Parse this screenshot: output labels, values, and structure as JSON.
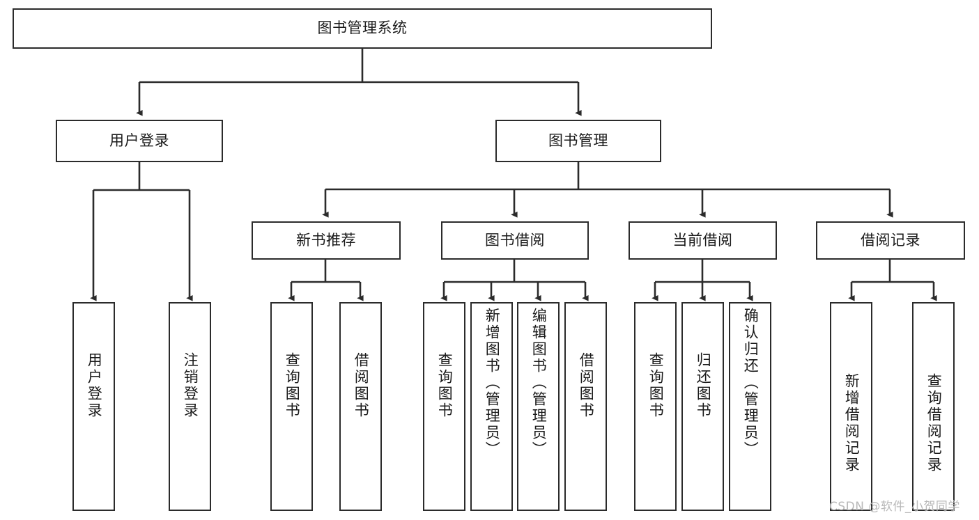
{
  "diagram": {
    "type": "tree-hierarchy-chart",
    "title_text": "图书管理系统",
    "stroke_color": "#2b2b2b",
    "background_color": "#ffffff",
    "levels": {
      "root": {
        "id": "root",
        "label": "图书管理系统"
      },
      "level2": [
        {
          "id": "user-login",
          "label": "用户登录"
        },
        {
          "id": "book-management",
          "label": "图书管理"
        }
      ],
      "level3": [
        {
          "id": "new-book-recommend",
          "label": "新书推荐"
        },
        {
          "id": "book-borrow",
          "label": "图书借阅"
        },
        {
          "id": "current-borrow",
          "label": "当前借阅"
        },
        {
          "id": "borrow-record",
          "label": "借阅记录"
        }
      ],
      "leaves": {
        "user_login": [
          {
            "id": "leaf-user-login",
            "label": "用户登录"
          },
          {
            "id": "leaf-logout-login",
            "label": "注销登录"
          }
        ],
        "new_book_recommend": [
          {
            "id": "leaf-query-book-1",
            "label": "查询图书"
          },
          {
            "id": "leaf-borrow-book-1",
            "label": "借阅图书"
          }
        ],
        "book_borrow": [
          {
            "id": "leaf-query-book-2",
            "label": "查询图书"
          },
          {
            "id": "leaf-add-book",
            "label": "新增图书（管理员）"
          },
          {
            "id": "leaf-edit-book",
            "label": "编辑图书（管理员）"
          },
          {
            "id": "leaf-borrow-book-2",
            "label": "借阅图书"
          }
        ],
        "current_borrow": [
          {
            "id": "leaf-query-book-3",
            "label": "查询图书"
          },
          {
            "id": "leaf-return-book",
            "label": "归还图书"
          },
          {
            "id": "leaf-confirm-return",
            "label": "确认归还（管理员）"
          }
        ],
        "borrow_record": [
          {
            "id": "leaf-add-record",
            "label": "新增借阅记录"
          },
          {
            "id": "leaf-query-record",
            "label": "查询借阅记录"
          }
        ]
      }
    }
  },
  "watermark": {
    "text": "CSDN @软件_小贺同学"
  }
}
